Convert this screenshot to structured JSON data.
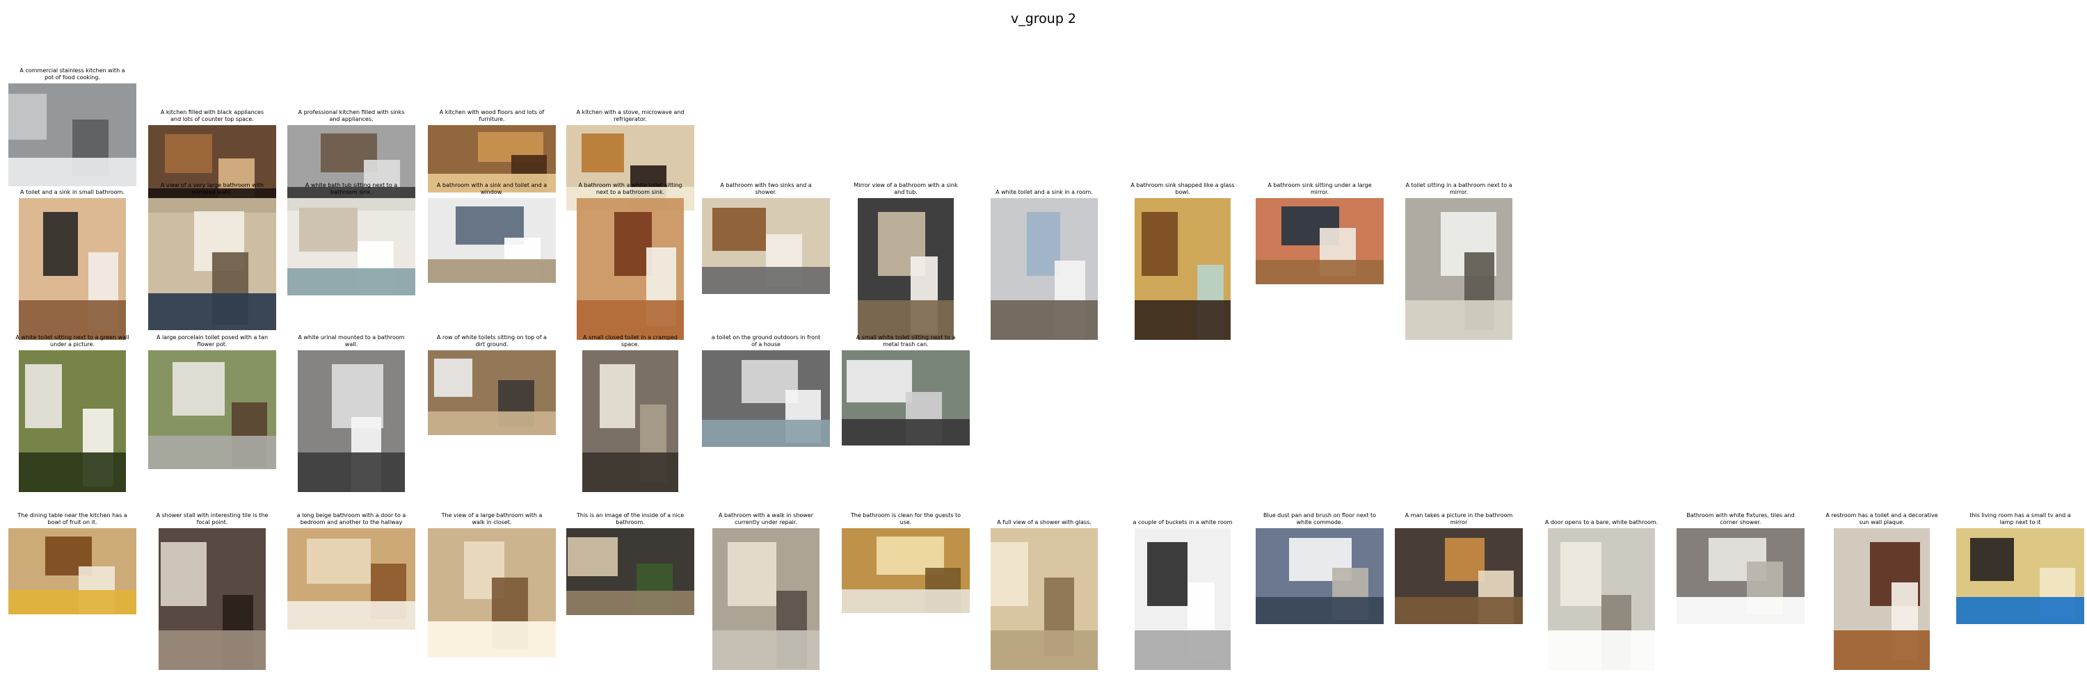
{
  "page": {
    "title": "v_group 2"
  },
  "rows": [
    {
      "items": [
        {
          "caption": "A commercial stainless kitchen with a pot of food cooking."
        },
        {
          "caption": "A kitchen filled with black appliances and lots of counter top space."
        },
        {
          "caption": "A professional kitchen filled with sinks and appliances."
        },
        {
          "caption": "A kitchen with wood floors and lots of furniture."
        },
        {
          "caption": "A kitchen with a stove, microwave and refrigerator."
        }
      ]
    },
    {
      "items": [
        {
          "caption": "A toilet and a sink in small bathroom."
        },
        {
          "caption": "A view of a very large bathroom with mirrored walls."
        },
        {
          "caption": "A white bath tub sitting next to a bathroom sink."
        },
        {
          "caption": "A bathroom with a sink and toilet and a window."
        },
        {
          "caption": "A bathroom with a white toilet sitting next to a bathroom sink."
        },
        {
          "caption": "A bathroom with two sinks and a shower."
        },
        {
          "caption": "Mirror view of a bathroom with a sink and tub."
        },
        {
          "caption": "A white toilet and a sink in a room."
        },
        {
          "caption": "A bathroom sink shapped like a glass bowl."
        },
        {
          "caption": "A bathroom sink sitting under a large mirror."
        },
        {
          "caption": "A toilet sitting in a bathroom next to a mirror."
        }
      ]
    },
    {
      "items": [
        {
          "caption": "A white toilet sitting next to a green wall under a picture."
        },
        {
          "caption": "A large porcelain toilet posed with a tan flower pot."
        },
        {
          "caption": "A white urinal mounted to a bathroom wall."
        },
        {
          "caption": "A row of white toilets sitting on top of a dirt ground."
        },
        {
          "caption": "A small closed toilet in a cramped space."
        },
        {
          "caption": "a toilet on the ground outdoors in front of a house"
        },
        {
          "caption": "A small white toilet sitting next to a metal trash can."
        }
      ]
    },
    {
      "items": [
        {
          "caption": "The dining table near the kitchen has a bowl of fruit on it."
        },
        {
          "caption": "A shower stall with interesting tile is the focal point."
        },
        {
          "caption": "a long beige bathroom with a door to a bedroom and another to the hallway"
        },
        {
          "caption": "The view of a large bathroom with a walk in closet."
        },
        {
          "caption": "This is an image of the inside of a nice bathroom."
        },
        {
          "caption": "A bathroom with a walk in shower currently under repair."
        },
        {
          "caption": "The bathroom is clean for the guests to use."
        },
        {
          "caption": "A full view of a shower with glass."
        },
        {
          "caption": "a couple of buckets in a white room"
        },
        {
          "caption": "Blue dust pan and brush on floor next to white commode."
        },
        {
          "caption": "A man takes a picture in the bathroom mirror"
        },
        {
          "caption": "A door opens to a bare, white bathroom."
        },
        {
          "caption": "Bathroom with white fixtures, tiles and corner shower."
        },
        {
          "caption": "A restroom has a toilet and a decorative sun wall plaque."
        },
        {
          "caption": "this living room has a small tv and a lamp next to it"
        }
      ]
    }
  ]
}
